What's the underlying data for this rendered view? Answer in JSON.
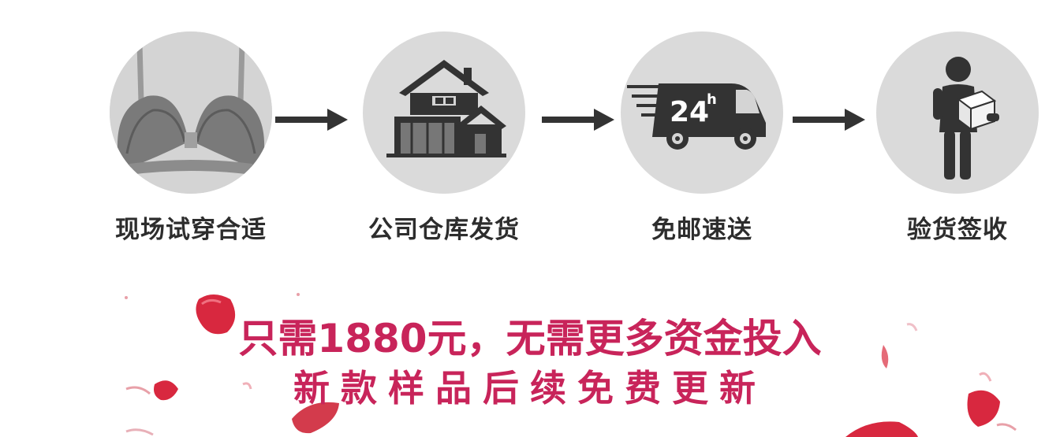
{
  "steps": [
    {
      "label": "现场试穿合适",
      "icon": "bra-icon"
    },
    {
      "label": "公司仓库发货",
      "icon": "warehouse-icon"
    },
    {
      "label": "免邮速送",
      "icon": "delivery-truck-icon"
    },
    {
      "label": "验货签收",
      "icon": "person-with-box-icon"
    }
  ],
  "truck_badge": {
    "number": "24",
    "suffix": "h"
  },
  "promo": {
    "line1": "只需1880元，无需更多资金投入",
    "line2": "新款样品后续免费更新"
  },
  "colors": {
    "circle_bg": "#dadada",
    "icon_dark": "#333333",
    "label_text": "#2d2d2d",
    "promo_text": "#c8245a",
    "petal": "#d8283f"
  }
}
